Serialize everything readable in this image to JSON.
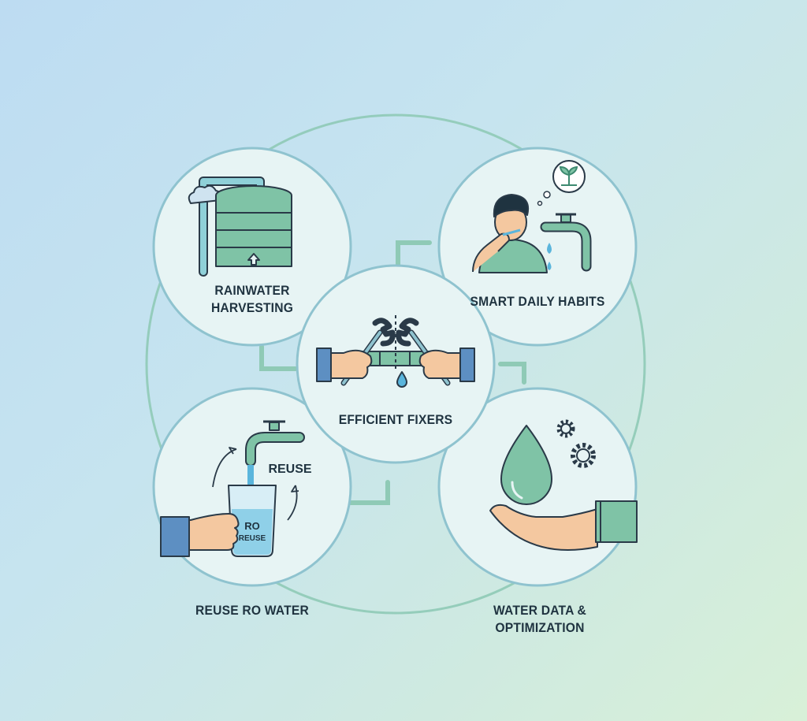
{
  "diagram": {
    "nodes": [
      {
        "id": "rainwater",
        "lines": [
          "RAINWATER",
          "HARVESTING"
        ],
        "icon": "rain-tank-icon"
      },
      {
        "id": "habits",
        "lines": [
          "SMART DAILY HABITS"
        ],
        "icon": "person-tap-icon",
        "thought_icon": "sprout-icon"
      },
      {
        "id": "fixers",
        "lines": [
          "EFFICIENT FIXERS"
        ],
        "icon": "wrench-pipe-icon"
      },
      {
        "id": "reuse",
        "lines": [
          "REUSE RO WATER"
        ],
        "icon": "tap-beaker-icon",
        "inner_label": "REUSE",
        "beaker_lines": [
          "RO",
          "REUSE"
        ]
      },
      {
        "id": "data",
        "lines": [
          "WATER DATA &",
          "OPTIMIZATION"
        ],
        "icon": "hand-drop-gears-icon"
      }
    ],
    "colors": {
      "ring": "#8fcab6",
      "circle_fill": "#e7f4f4",
      "circle_stroke": "#8fc3cf",
      "green": "#7fc3a6",
      "green_dark": "#3d8a70",
      "blue_drop": "#5ab5dc",
      "skin": "#f4c8a0",
      "outline": "#2a3a48",
      "sleeve": "#5d8fc2"
    }
  }
}
